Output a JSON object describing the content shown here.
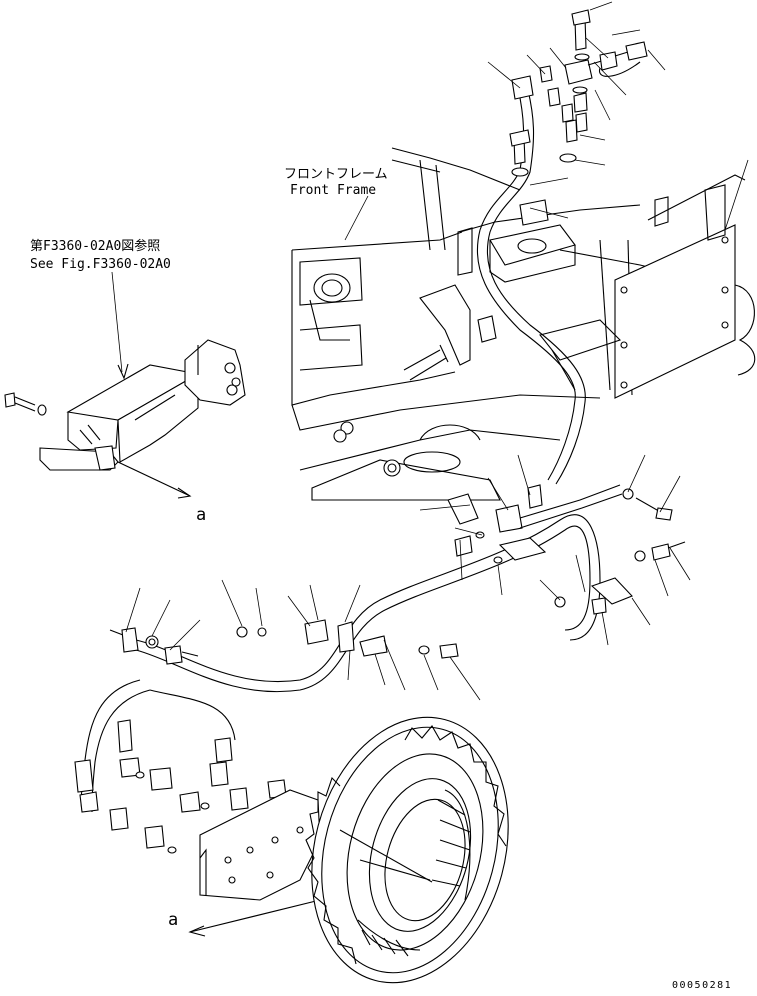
{
  "labels": {
    "front_frame_jp": "フロントフレーム",
    "front_frame_en": "Front Frame",
    "see_fig_jp": "第F3360-02A0図参照",
    "see_fig_en": "See Fig.F3360-02A0",
    "ref_a_top": "a",
    "ref_a_bottom": "a",
    "drawing_number": "00050281"
  }
}
